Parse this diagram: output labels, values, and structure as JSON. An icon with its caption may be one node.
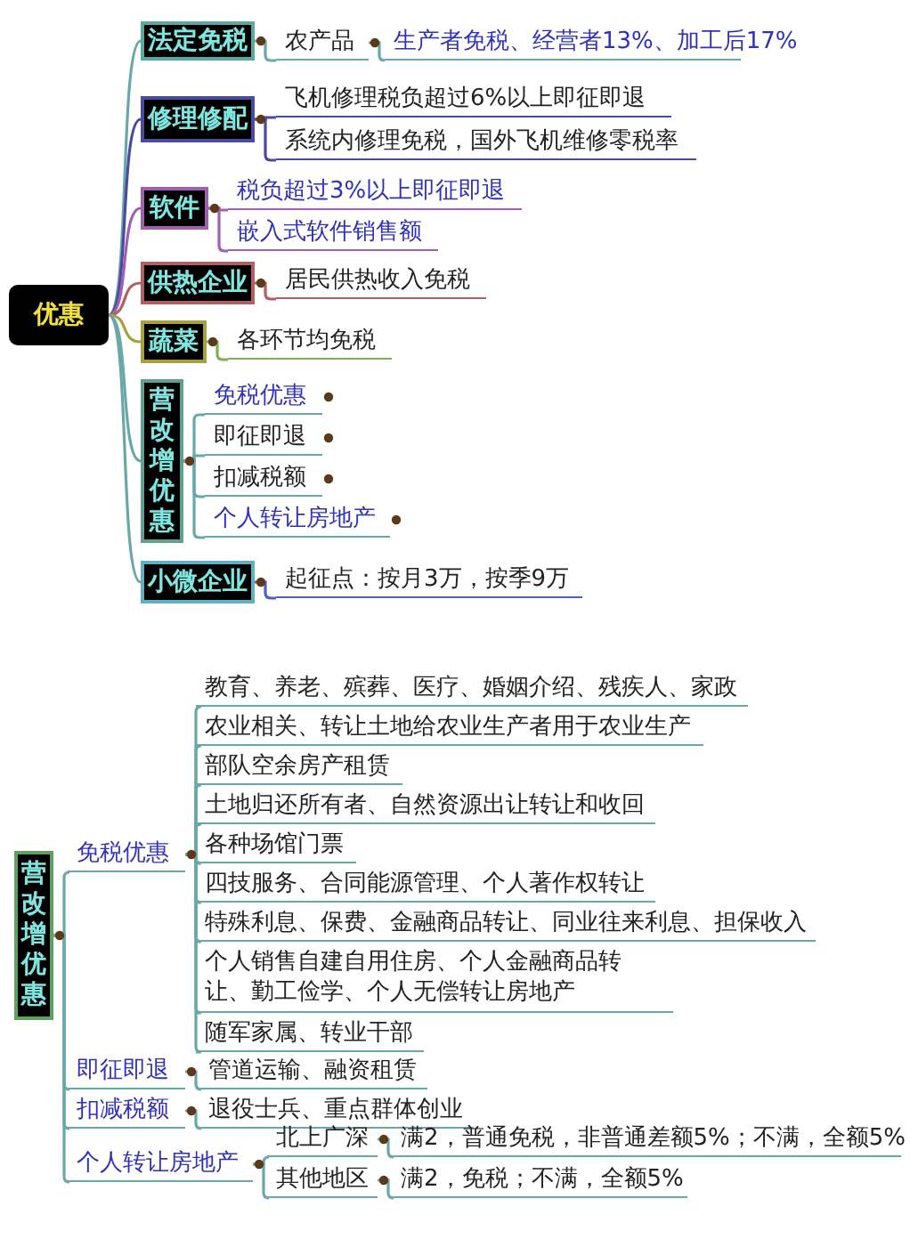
{
  "diagram": {
    "nodes": [
      {
        "text": [
          "优惠"
        ]
      },
      {
        "text": [
          "法定免税"
        ]
      },
      {
        "text": [
          "农产品"
        ]
      },
      {
        "text": [
          "生产者免税、经营者13%、加工后17%"
        ]
      },
      {
        "text": [
          "修理修配"
        ]
      },
      {
        "text": [
          "飞机修理税负超过6%以上即征即退"
        ]
      },
      {
        "text": [
          "系统内修理免税，国外飞机维修零税率"
        ]
      },
      {
        "text": [
          "软件"
        ]
      },
      {
        "text": [
          "税负超过3%以上即征即退"
        ]
      },
      {
        "text": [
          "嵌入式软件销售额"
        ]
      },
      {
        "text": [
          "供热企业"
        ]
      },
      {
        "text": [
          "居民供热收入免税"
        ]
      },
      {
        "text": [
          "蔬菜"
        ]
      },
      {
        "text": [
          "各环节均免税"
        ]
      },
      {
        "text": [
          "营改增优惠"
        ]
      },
      {
        "text": [
          "免税优惠"
        ]
      },
      {
        "text": [
          "即征即退"
        ]
      },
      {
        "text": [
          "扣减税额"
        ]
      },
      {
        "text": [
          "个人转让房地产"
        ]
      },
      {
        "text": [
          "小微企业"
        ]
      },
      {
        "text": [
          "起征点：按月3万，按季9万"
        ]
      },
      {
        "text": [
          "营改增优惠"
        ]
      },
      {
        "text": [
          "免税优惠"
        ]
      },
      {
        "text": [
          "教育、养老、殡葬、医疗、婚姻介绍、残疾人、家政"
        ]
      },
      {
        "text": [
          "农业相关、转让土地给农业生产者用于农业生产"
        ]
      },
      {
        "text": [
          "部队空余房产租赁"
        ]
      },
      {
        "text": [
          "土地归还所有者、自然资源出让转让和收回"
        ]
      },
      {
        "text": [
          "各种场馆门票"
        ]
      },
      {
        "text": [
          "四技服务、合同能源管理、个人著作权转让"
        ]
      },
      {
        "text": [
          "特殊利息、保费、金融商品转让、同业往来利息、担保收入"
        ]
      },
      {
        "text": [
          "个人销售自建自用住房、个人金融商品转让、勤工俭学、个人无偿转让房地产"
        ]
      },
      {
        "text": [
          "随军家属、转业干部"
        ]
      },
      {
        "text": [
          "即征即退"
        ]
      },
      {
        "text": [
          "管道运输、融资租赁"
        ]
      },
      {
        "text": [
          "扣减税额"
        ]
      },
      {
        "text": [
          "退役士兵、重点群体创业"
        ]
      },
      {
        "text": [
          "个人转让房地产"
        ]
      },
      {
        "text": [
          "北上广深"
        ]
      },
      {
        "text": [
          "满2，普通免税，非普通差额5%；不满，全额5%"
        ]
      },
      {
        "text": [
          "其他地区"
        ]
      },
      {
        "text": [
          "满2，免税；不满，全额5%"
        ]
      }
    ],
    "edges": [
      {
        "from": 0,
        "to": 1,
        "arrow": "none"
      },
      {
        "from": 1,
        "to": 2,
        "arrow": "none"
      },
      {
        "from": 2,
        "to": 3,
        "arrow": "none"
      },
      {
        "from": 0,
        "to": 4,
        "arrow": "none",
        "color": "#4a4aa0"
      },
      {
        "from": 4,
        "to": 5,
        "arrow": "none",
        "color": "#4a4aa0"
      },
      {
        "from": 4,
        "to": 6,
        "arrow": "none",
        "color": "#4a4aa0"
      },
      {
        "from": 0,
        "to": 7,
        "arrow": "none",
        "color": "#a060b0"
      },
      {
        "from": 7,
        "to": 8,
        "arrow": "none",
        "color": "#a060b0"
      },
      {
        "from": 7,
        "to": 9,
        "arrow": "none",
        "color": "#a060b0"
      },
      {
        "from": 0,
        "to": 10,
        "arrow": "none",
        "color": "#b06060"
      },
      {
        "from": 10,
        "to": 11,
        "arrow": "none",
        "color": "#b06060"
      },
      {
        "from": 0,
        "to": 12,
        "arrow": "none",
        "color": "#a8a040"
      },
      {
        "from": 12,
        "to": 13,
        "arrow": "none",
        "color": "#80b050"
      },
      {
        "from": 0,
        "to": 14,
        "arrow": "none"
      },
      {
        "from": 14,
        "to": 15,
        "arrow": "none"
      },
      {
        "from": 14,
        "to": 16,
        "arrow": "none"
      },
      {
        "from": 14,
        "to": 17,
        "arrow": "none"
      },
      {
        "from": 14,
        "to": 18,
        "arrow": "none"
      },
      {
        "from": 0,
        "to": 19,
        "arrow": "none"
      },
      {
        "from": 19,
        "to": 20,
        "arrow": "none",
        "color": "#5060c0"
      },
      {
        "from": 21,
        "to": 22,
        "arrow": "none"
      },
      {
        "from": 22,
        "to": 23,
        "arrow": "none"
      },
      {
        "from": 22,
        "to": 24,
        "arrow": "none"
      },
      {
        "from": 22,
        "to": 25,
        "arrow": "none"
      },
      {
        "from": 22,
        "to": 26,
        "arrow": "none"
      },
      {
        "from": 22,
        "to": 27,
        "arrow": "none"
      },
      {
        "from": 22,
        "to": 28,
        "arrow": "none"
      },
      {
        "from": 22,
        "to": 29,
        "arrow": "none"
      },
      {
        "from": 22,
        "to": 30,
        "arrow": "none"
      },
      {
        "from": 22,
        "to": 31,
        "arrow": "none"
      },
      {
        "from": 21,
        "to": 32,
        "arrow": "none"
      },
      {
        "from": 32,
        "to": 33,
        "arrow": "none"
      },
      {
        "from": 21,
        "to": 34,
        "arrow": "none"
      },
      {
        "from": 34,
        "to": 35,
        "arrow": "none"
      },
      {
        "from": 21,
        "to": 36,
        "arrow": "none"
      },
      {
        "from": 36,
        "to": 37,
        "arrow": "none"
      },
      {
        "from": 37,
        "to": 38,
        "arrow": "none"
      },
      {
        "from": 36,
        "to": 39,
        "arrow": "none"
      },
      {
        "from": 39,
        "to": 40,
        "arrow": "none"
      }
    ]
  }
}
